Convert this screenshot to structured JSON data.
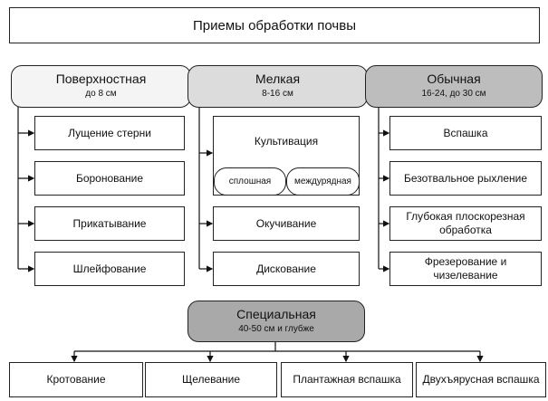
{
  "title": "Приемы обработки почвы",
  "groups": [
    {
      "name": "Поверхностная",
      "depth": "до 8 см",
      "color": "#f4f4f4",
      "items": [
        "Лущение стерни",
        "Боронование",
        "Прикатывание",
        "Шлейфование"
      ]
    },
    {
      "name": "Мелкая",
      "depth": "8-16 см",
      "color": "#dcdcdc",
      "items": [
        "Культивация",
        "Окучивание",
        "Дискование"
      ],
      "subitems": [
        "сплошная",
        "междурядная"
      ]
    },
    {
      "name": "Обычная",
      "depth": "16-24, до 30 см",
      "color": "#bdbdbd",
      "items": [
        "Вспашка",
        "Безотвальное рыхление",
        "Глубокая плоскорезная обработка",
        "Фрезерование и чизелевание"
      ]
    }
  ],
  "special": {
    "name": "Специальная",
    "depth": "40-50 см и глубже",
    "color": "#a9a9a9",
    "items": [
      "Кротование",
      "Щелевание",
      "Плантажная вспашка",
      "Двухъярусная вспашка"
    ]
  }
}
